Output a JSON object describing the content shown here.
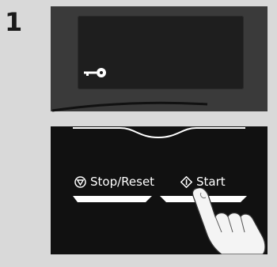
{
  "step": {
    "number": "1"
  },
  "display": {
    "lock_icon": "key-icon"
  },
  "buttons": {
    "stop_reset": {
      "label": "Stop/Reset",
      "icon": "stop-icon"
    },
    "start": {
      "label": "Start",
      "icon": "start-icon"
    }
  },
  "illustration": {
    "pointer": "finger-pressing-start"
  },
  "colors": {
    "panel_dark": "#3a3a3a",
    "panel_black": "#111111",
    "background": "#d9d9d9",
    "text": "#ffffff"
  }
}
